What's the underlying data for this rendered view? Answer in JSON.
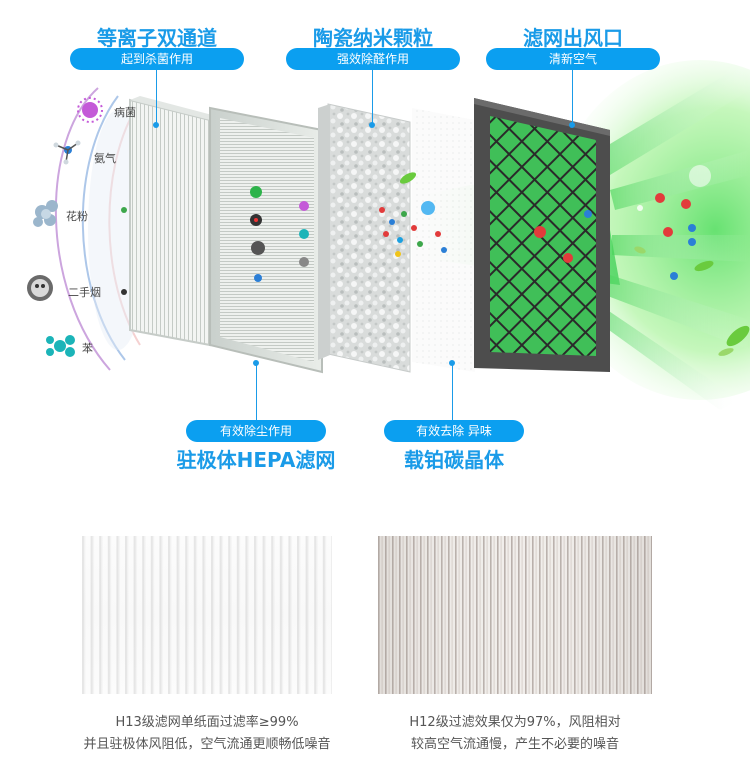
{
  "layers": {
    "plasma": {
      "title": "等离子双通道",
      "tag": "起到杀菌作用"
    },
    "ceramic": {
      "title": "陶瓷纳米颗粒",
      "tag": "强效除醛作用"
    },
    "outlet": {
      "title": "滤网出风口",
      "tag": "清新空气"
    },
    "hepa": {
      "title": "驻极体HEPA滤网",
      "tag": "有效除尘作用"
    },
    "carbon": {
      "title": "载铂碳晶体",
      "tag": "有效去除 异味"
    }
  },
  "pollutants": [
    "病菌",
    "氨气",
    "花粉",
    "二手烟",
    "苯"
  ],
  "comparison": {
    "h13_caption": [
      "H13级滤网单纸面过滤率≥99%",
      "并且驻极体风阻低，空气流通更顺畅低噪音"
    ],
    "h12_caption": [
      "H12级过滤效果仅为97%，风阻相对",
      "较高空气流通慢，产生不必要的噪音"
    ]
  },
  "colors": {
    "accent": "#1a9be8",
    "pill": "#0b9ff0",
    "green": "#4cd964"
  }
}
